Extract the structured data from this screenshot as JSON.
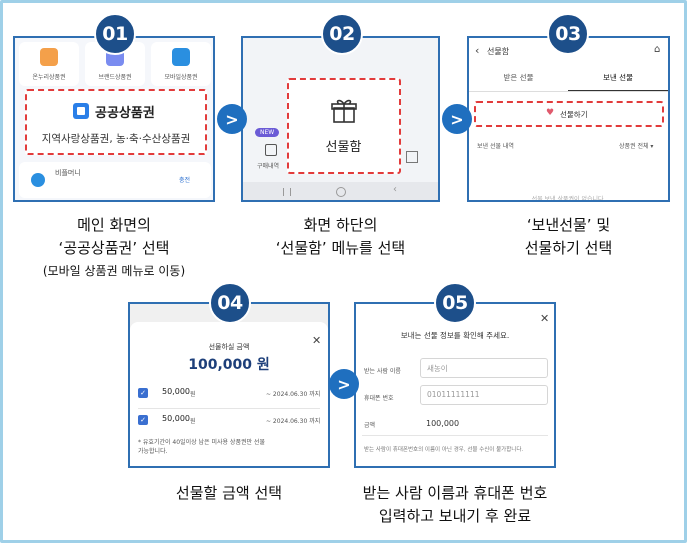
{
  "steps": [
    {
      "number": "01",
      "caption_lines": [
        "메인 화면의",
        "‘공공상품권’ 선택"
      ],
      "caption_note": "(모바일 상품권 메뉴로 이동)",
      "panel": {
        "tiles": [
          "온누리상품권",
          "브랜드상품권",
          "모바일상품권"
        ],
        "highlight_title": "공공상품권",
        "highlight_subtitle": "지역사랑상품권, 농·축·수산상품권",
        "bottom_item": "비플머니",
        "bottom_action": "충전"
      }
    },
    {
      "number": "02",
      "caption_lines": [
        "화면 하단의",
        "‘선물함’ 메뉴를 선택"
      ],
      "panel": {
        "highlight_label": "선물함",
        "left_chip": "NEW",
        "left_label": "구매내역"
      }
    },
    {
      "number": "03",
      "caption_lines": [
        "‘보낸선물’ 및",
        "선물하기 선택"
      ],
      "panel": {
        "title": "선물함",
        "tabs": [
          "받은 선물",
          "보낸 선물"
        ],
        "button_label": "선물하기",
        "list_label": "보낸 선물 내역",
        "filter_label": "상품권 전체",
        "empty_text": "선물 보낸 상품권이 없습니다."
      }
    },
    {
      "number": "04",
      "caption_lines": [
        "선물할 금액 선택"
      ],
      "panel": {
        "heading": "선물하실 금액",
        "amount": "100,000 원",
        "rows": [
          {
            "value": "50,000",
            "unit": "원",
            "expiry": "~ 2024.06.30 까지"
          },
          {
            "value": "50,000",
            "unit": "원",
            "expiry": "~ 2024.06.30 까지"
          }
        ],
        "note": "* 유효기간이 40일이상 남은 미사용 상품권만 선물 가능합니다."
      }
    },
    {
      "number": "05",
      "caption_lines": [
        "받는 사람 이름과 휴대폰 번호",
        "입력하고 보내기 후 완료"
      ],
      "panel": {
        "heading": "보내는 선물 정보를 확인해 주세요.",
        "fields": [
          {
            "label": "받는 사람 이름",
            "value": "새농이"
          },
          {
            "label": "휴대폰 번호",
            "value": "01011111111"
          },
          {
            "label": "금액",
            "value": "100,000"
          }
        ],
        "note": "받는 사람이 휴대폰번호의 이름이 아닌 경우, 선물 수신이 불가합니다."
      }
    }
  ],
  "colors": {
    "badge": "#1d4f8a",
    "panel_border": "#2f6fb2",
    "arrow": "#1f6fbf",
    "highlight": "#e23b3b",
    "outer_border": "#9fd0e8"
  }
}
